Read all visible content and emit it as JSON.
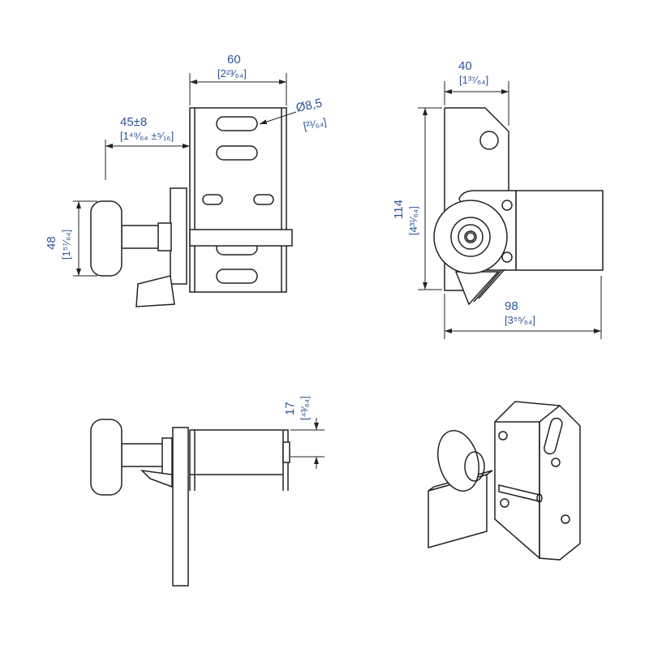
{
  "dimensions": {
    "width_front": {
      "mm": "60",
      "inch": "[2²³⁄₆₄]"
    },
    "offset": {
      "mm": "45±8",
      "inch": "[1⁴⁹⁄₆₄ ±⁵⁄₁₆]"
    },
    "hole_diameter": {
      "mm": "Ø8,5",
      "inch": "[²¹⁄₆₄]"
    },
    "knob_height": {
      "mm": "48",
      "inch": "[1⁵⁷⁄₆₄]"
    },
    "width_side": {
      "mm": "40",
      "inch": "[1³⁷⁄₆₄]"
    },
    "height_side": {
      "mm": "114",
      "inch": "[4³¹⁄₆₄]"
    },
    "depth_side": {
      "mm": "98",
      "inch": "[3⁵⁵⁄₆₄]"
    },
    "plate_offset": {
      "mm": "17",
      "inch": "[⁴³⁄₆₄]"
    }
  },
  "colors": {
    "dimension_text": "#2f5597",
    "line": "#222222"
  }
}
